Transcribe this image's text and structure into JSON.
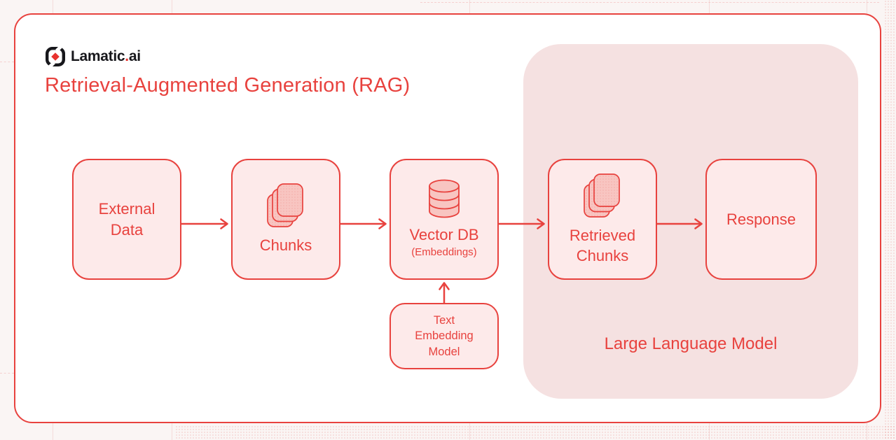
{
  "brand": {
    "name": "Lamatic",
    "dot": ".",
    "tld": "ai",
    "icon": "lamatic-logo-icon"
  },
  "title": "Retrieval-Augmented Generation (RAG)",
  "colors": {
    "accent_red": "#e8423e",
    "logo_black": "#17171b",
    "logo_diamond_red": "#e8322e",
    "node_fill": "#fdeaea",
    "icon_fill": "#f8c5c1",
    "llm_group_fill": "#f5e1e1",
    "card_fill": "#ffffff",
    "page_background": "#faf5f4"
  },
  "nodes": {
    "external_data": {
      "label": "External Data"
    },
    "chunks": {
      "label": "Chunks",
      "icon": "stacked-cards-icon"
    },
    "vector_db": {
      "label": "Vector DB",
      "sublabel": "(Embeddings)",
      "icon": "database-icon"
    },
    "retrieved_chunks": {
      "label": "Retrieved Chunks",
      "icon": "stacked-cards-icon"
    },
    "response": {
      "label": "Response"
    },
    "text_embedding_model": {
      "label": "Text Embedding Model"
    }
  },
  "group": {
    "label": "Large Language Model"
  },
  "edges": [
    {
      "from": "external_data",
      "to": "chunks",
      "direction": "right"
    },
    {
      "from": "chunks",
      "to": "vector_db",
      "direction": "right"
    },
    {
      "from": "vector_db",
      "to": "retrieved_chunks",
      "direction": "right"
    },
    {
      "from": "retrieved_chunks",
      "to": "response",
      "direction": "right"
    },
    {
      "from": "text_embedding_model",
      "to": "vector_db",
      "direction": "up"
    }
  ]
}
